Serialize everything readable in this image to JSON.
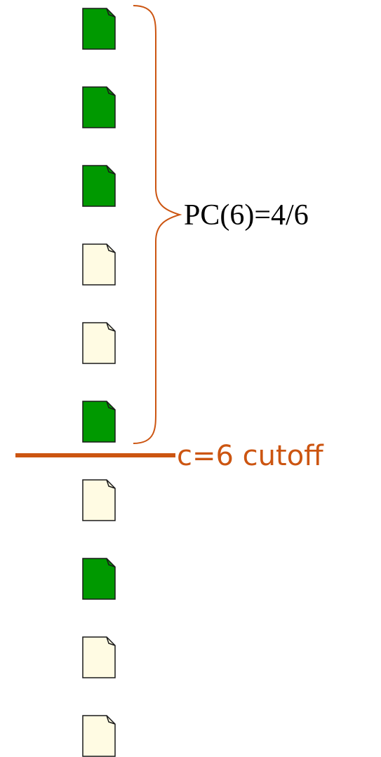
{
  "documents": [
    {
      "relevant": true
    },
    {
      "relevant": true
    },
    {
      "relevant": true
    },
    {
      "relevant": false
    },
    {
      "relevant": false
    },
    {
      "relevant": true
    },
    {
      "relevant": false
    },
    {
      "relevant": true
    },
    {
      "relevant": false
    },
    {
      "relevant": false
    }
  ],
  "precision_label": "PC(6)=4/6",
  "cutoff_label": "c=6 cutoff",
  "cutoff_rank": 6,
  "colors": {
    "relevant": "#009900",
    "non_relevant": "#fffbe3",
    "accent": "#cc5511",
    "outline": "#1a1a1a"
  }
}
